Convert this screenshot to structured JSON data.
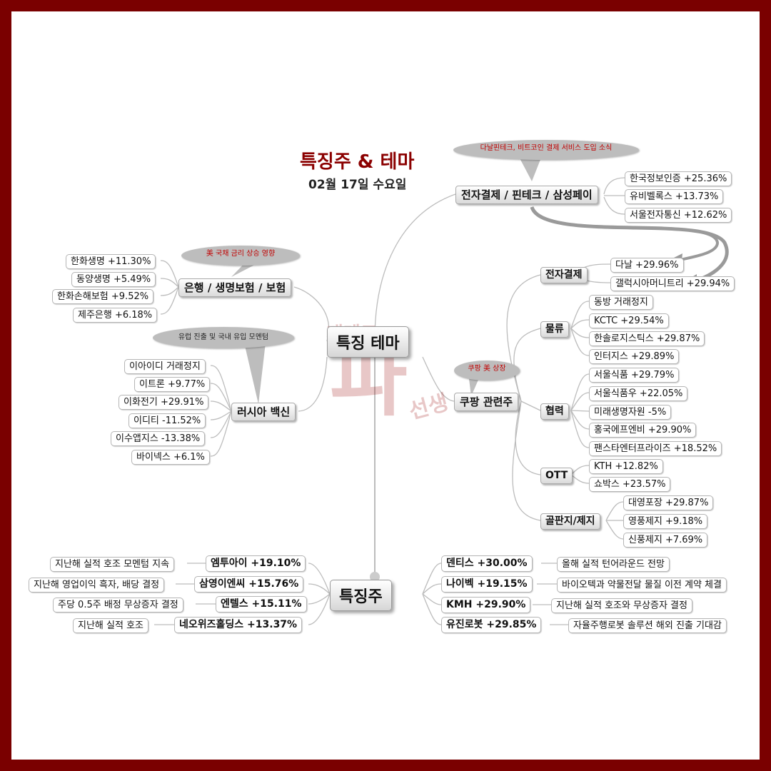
{
  "header": {
    "title": "특징주 & 테마",
    "date": "02월 17일 수요일"
  },
  "watermark": {
    "top": "개테크",
    "big": "파",
    "side": "선생"
  },
  "center": {
    "theme": "특징 테마",
    "featured": "특징주"
  },
  "payments": {
    "label": "전자결제 / 핀테크 / 삼성페이",
    "note": "다날핀테크, 비트코인 결제 서비스 도입 소식",
    "stocks": [
      "한국정보인증 +25.36%",
      "유비벨록스 +13.73%",
      "서울전자통신 +12.62%"
    ]
  },
  "bank": {
    "label": "은행 / 생명보험 / 보험",
    "note": "美 국채 금리 상승 영향",
    "stocks": [
      "한화생명 +11.30%",
      "동양생명 +5.49%",
      "한화손해보험 +9.52%",
      "제주은행 +6.18%"
    ]
  },
  "vaccine": {
    "label": "러시아 백신",
    "note": "유럽 진출 및 국내 유입 모멘텀",
    "stocks": [
      "이아이디 거래정지",
      "이트론 +9.77%",
      "이화전기 +29.91%",
      "이디티 -11.52%",
      "이수앱지스 -13.38%",
      "바이넥스 +6.1%"
    ]
  },
  "coupang": {
    "label": "쿠팡 관련주",
    "note": "쿠팡 美 상장",
    "groups": {
      "epay": {
        "label": "전자결제",
        "stocks": [
          "다날 +29.96%",
          "갤럭시아머니트리 +29.94%"
        ]
      },
      "logistics": {
        "label": "물류",
        "stocks": [
          "동방 거래정지",
          "KCTC +29.54%",
          "한솔로지스틱스 +29.87%",
          "인터지스 +29.89%"
        ]
      },
      "partner": {
        "label": "협력",
        "stocks": [
          "서울식품 +29.79%",
          "서울식품우 +22.05%",
          "미래생명자원 -5%",
          "홍국에프엔비 +29.90%",
          "팬스타엔터프라이즈 +18.52%"
        ]
      },
      "ott": {
        "label": "OTT",
        "stocks": [
          "KTH +12.82%",
          "쇼박스 +23.57%"
        ]
      },
      "paper": {
        "label": "골판지/제지",
        "stocks": [
          "대영포장 +29.87%",
          "영풍제지 +9.18%",
          "신풍제지 +7.69%"
        ]
      }
    }
  },
  "featured_left": [
    {
      "name": "엠투아이 +19.10%",
      "reason": "지난해 실적 호조 모멘텀 지속"
    },
    {
      "name": "삼영이엔씨 +15.76%",
      "reason": "지난해 영업이익 흑자, 배당 결정"
    },
    {
      "name": "엔텔스 +15.11%",
      "reason": "주당 0.5주 배정 무상증자 결정"
    },
    {
      "name": "네오위즈홀딩스 +13.37%",
      "reason": "지난해 실적 호조"
    }
  ],
  "featured_right": [
    {
      "name": "덴티스 +30.00%",
      "reason": "올해 실적 턴어라운드 전망"
    },
    {
      "name": "나이벡 +19.15%",
      "reason": "바이오텍과 약물전달 물질 이전 계약 체결"
    },
    {
      "name": "KMH +29.90%",
      "reason": "지난해 실적 호조와 무상증자 결정"
    },
    {
      "name": "유진로봇 +29.85%",
      "reason": "자율주행로봇 솔루션 해외 진출 기대감"
    }
  ]
}
